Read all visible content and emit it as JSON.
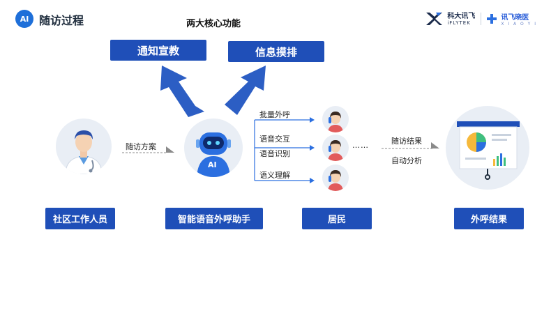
{
  "header": {
    "logo_text": "AI",
    "title": "随访过程",
    "subtitle": "两大核心功能",
    "brand1_text": "科大讯飞",
    "brand1_sub": "iFLYTEK",
    "brand2_text": "讯飞晓医",
    "brand2_sub": "X I A O Y I"
  },
  "functions": {
    "left": "通知宣教",
    "right": "信息摸排"
  },
  "flow": {
    "plan_label": "随访方案",
    "result_label": "随访结果",
    "analysis_label": "自动分析",
    "dots": "……"
  },
  "capabilities": [
    "批量外呼",
    "语音交互",
    "语音识别",
    "语义理解"
  ],
  "robot_badge": "AI",
  "roles": {
    "staff": "社区工作人员",
    "assistant": "智能语音外呼助手",
    "residents": "居民",
    "result": "外呼结果"
  },
  "colors": {
    "primary": "#1f4fb8",
    "arrow": "#2c5ec4",
    "bg_circle": "#e9eef5"
  }
}
